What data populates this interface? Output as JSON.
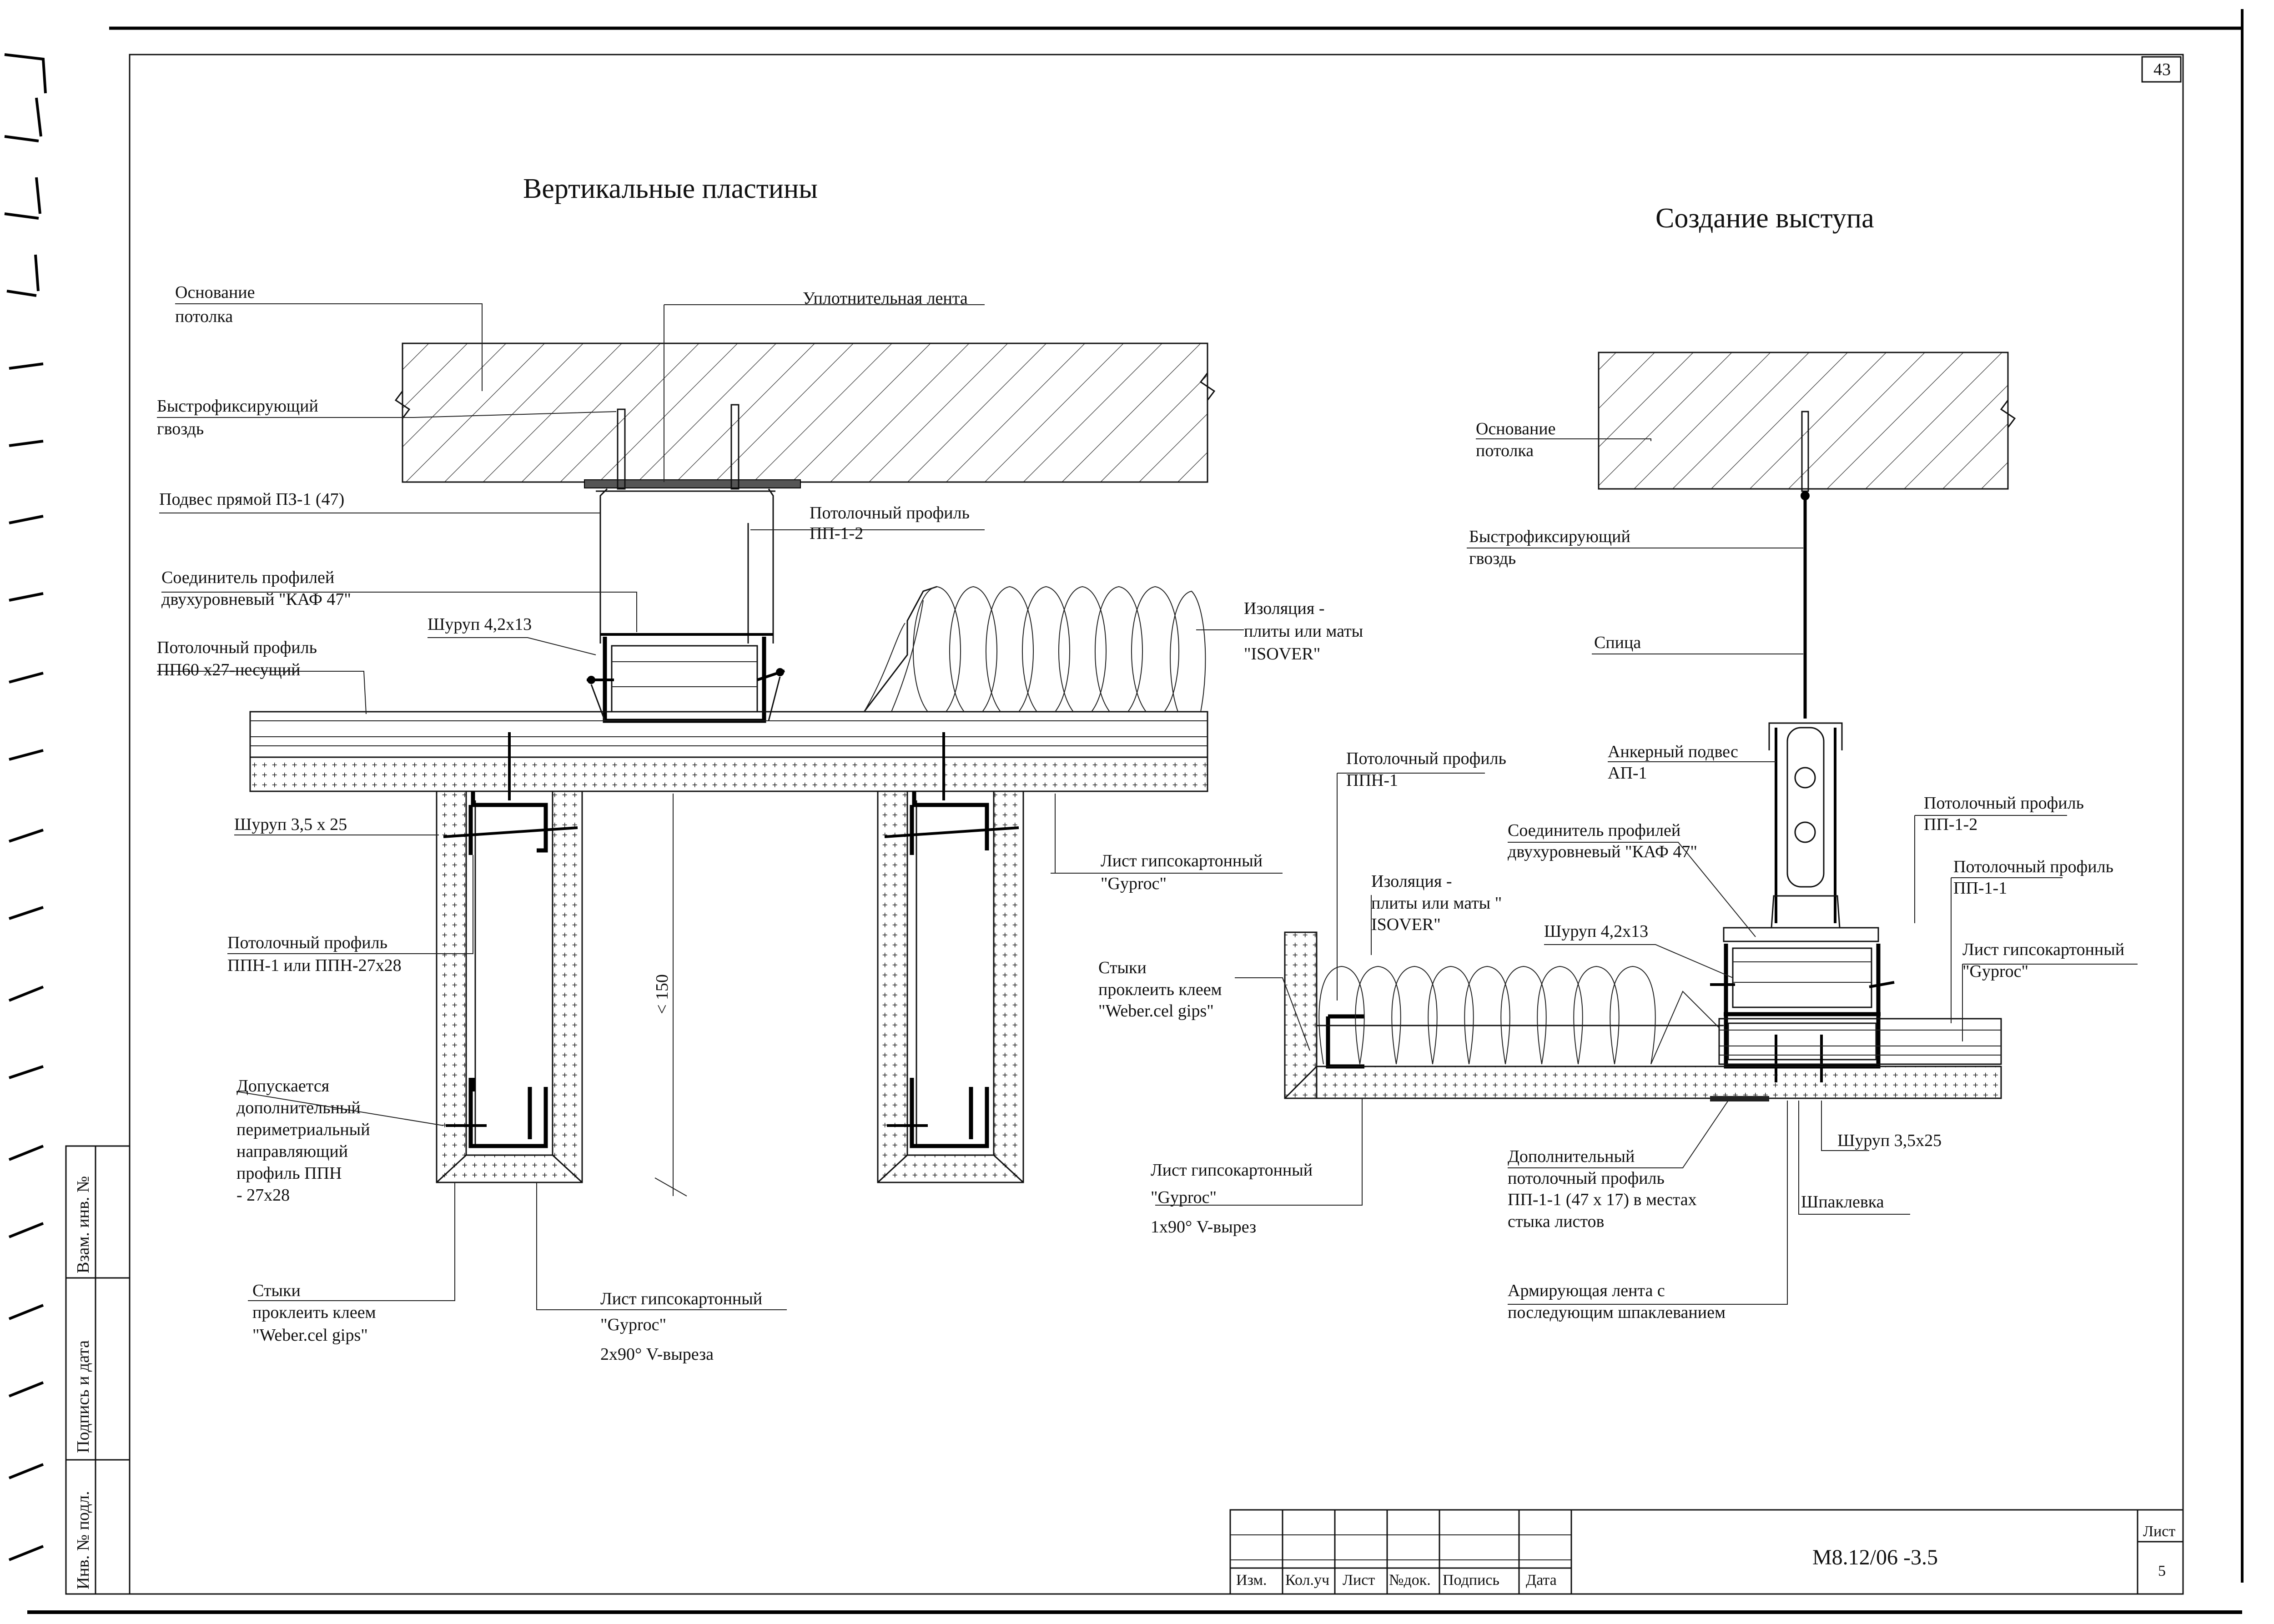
{
  "sheet": {
    "page_number": "43",
    "list_label": "Лист",
    "list_number": "5",
    "doc_code": "М8.12/06 -3.5",
    "stamp_columns": [
      "Изм.",
      "Кол.уч",
      "Лист",
      "№док.",
      "Подпись",
      "Дата"
    ],
    "side_fields": [
      "Взам. инв. №",
      "Подпись и дата",
      "Инв. № подл."
    ]
  },
  "left": {
    "title": "Вертикальные пластины",
    "labels": {
      "base1": "Основание",
      "base2": "потолка",
      "tape": "Уплотнительная лента",
      "nail1": "Быстрофиксирующий",
      "nail2": "гвоздь",
      "hanger": "Подвес прямой ПЗ-1 (47)",
      "pp_a1": "Потолочный профиль",
      "pp_a2": "ПП-1-2",
      "conn1": "Соединитель профилей",
      "conn2": "двухуровневый \"КАФ 47\"",
      "screw42": "Шуруп 4,2х13",
      "pp_b1": "Потолочный профиль",
      "pp_b2": "ПП60 х27-несущий",
      "iso1": "Изоляция -",
      "iso2": "плиты или маты",
      "iso3": "\"ISOVER\"",
      "screw35": "Шуруп 3,5 х 25",
      "ppn1": "Потолочный профиль",
      "ppn2": "ППН-1 или ППН-27х28",
      "dim": "< 150",
      "sheet1": "Лист гипсокартонный",
      "sheet2": "\"Gyproc\"",
      "allow1": "Допускается",
      "allow2": "дополнительный",
      "allow3": "периметриальный",
      "allow4": "направляющий",
      "allow5": "профиль  ППН",
      "allow6": "- 27х28",
      "joint1": "Стыки",
      "joint2": "проклеить клеем",
      "joint3": "\"Weber.cel gips\"",
      "sheetb1": "Лист гипсокартонный",
      "sheetb2": "\"Gyproc\"",
      "sheetb3": "2х90°  V-выреза"
    }
  },
  "right": {
    "title": "Создание выступа",
    "labels": {
      "base1": "Основание",
      "base2": "потолка",
      "nail1": "Быстрофиксирующий",
      "nail2": "гвоздь",
      "spoke": "Спица",
      "ppn1": "Потолочный профиль",
      "ppn2": "ППН-1",
      "anchor1": "Анкерный подвес",
      "anchor2": "АП-1",
      "conn1": "Соединитель профилей",
      "conn2": "двухуровневый \"КАФ 47\"",
      "pp12a": "Потолочный профиль",
      "pp12b": "ПП-1-2",
      "iso1": "Изоляция -",
      "iso2": "плиты или маты  \"",
      "iso3": "ISOVER\"",
      "pp11a": "Потолочный профиль",
      "pp11b": "ПП-1-1",
      "screw42": "Шуруп 4,2х13",
      "joint1": "Стыки",
      "joint2": "проклеить клеем",
      "joint3": "\"Weber.cel gips\"",
      "gk1": "Лист гипсокартонный",
      "gk2": "\"Gyproc\"",
      "screw35": "Шуруп 3,5х25",
      "sheet1": "Лист гипсокартонный",
      "sheet2": "\"Gyproc\"",
      "sheet3": "1х90° V-вырез",
      "add1": "Дополнительный",
      "add2": "потолочный профиль",
      "add3": "ПП-1-1 (47 х 17) в местах",
      "add4": "стыка листов",
      "putty": "Шпаклевка",
      "tape1": "Армирующая лента с",
      "tape2": "последующим шпаклеванием"
    }
  }
}
